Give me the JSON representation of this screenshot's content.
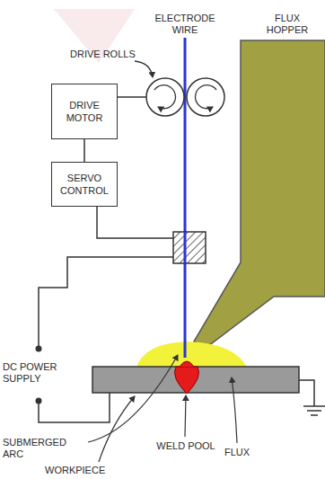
{
  "diagram": {
    "nodes": [
      {
        "text": [
          "DRIVE MOTOR"
        ]
      },
      {
        "text": [
          "SERVO CONTROL"
        ]
      }
    ],
    "edges": [
      {
        "from": 0,
        "to": 1,
        "arrow": "none"
      }
    ],
    "labels": [
      "ELECTRODE WIRE",
      "FLUX HOPPER",
      "DRIVE ROLLS",
      "DC POWER SUPPLY",
      "SUBMERGED ARC",
      "WELD POOL",
      "FLUX",
      "WORKPIECE"
    ]
  }
}
